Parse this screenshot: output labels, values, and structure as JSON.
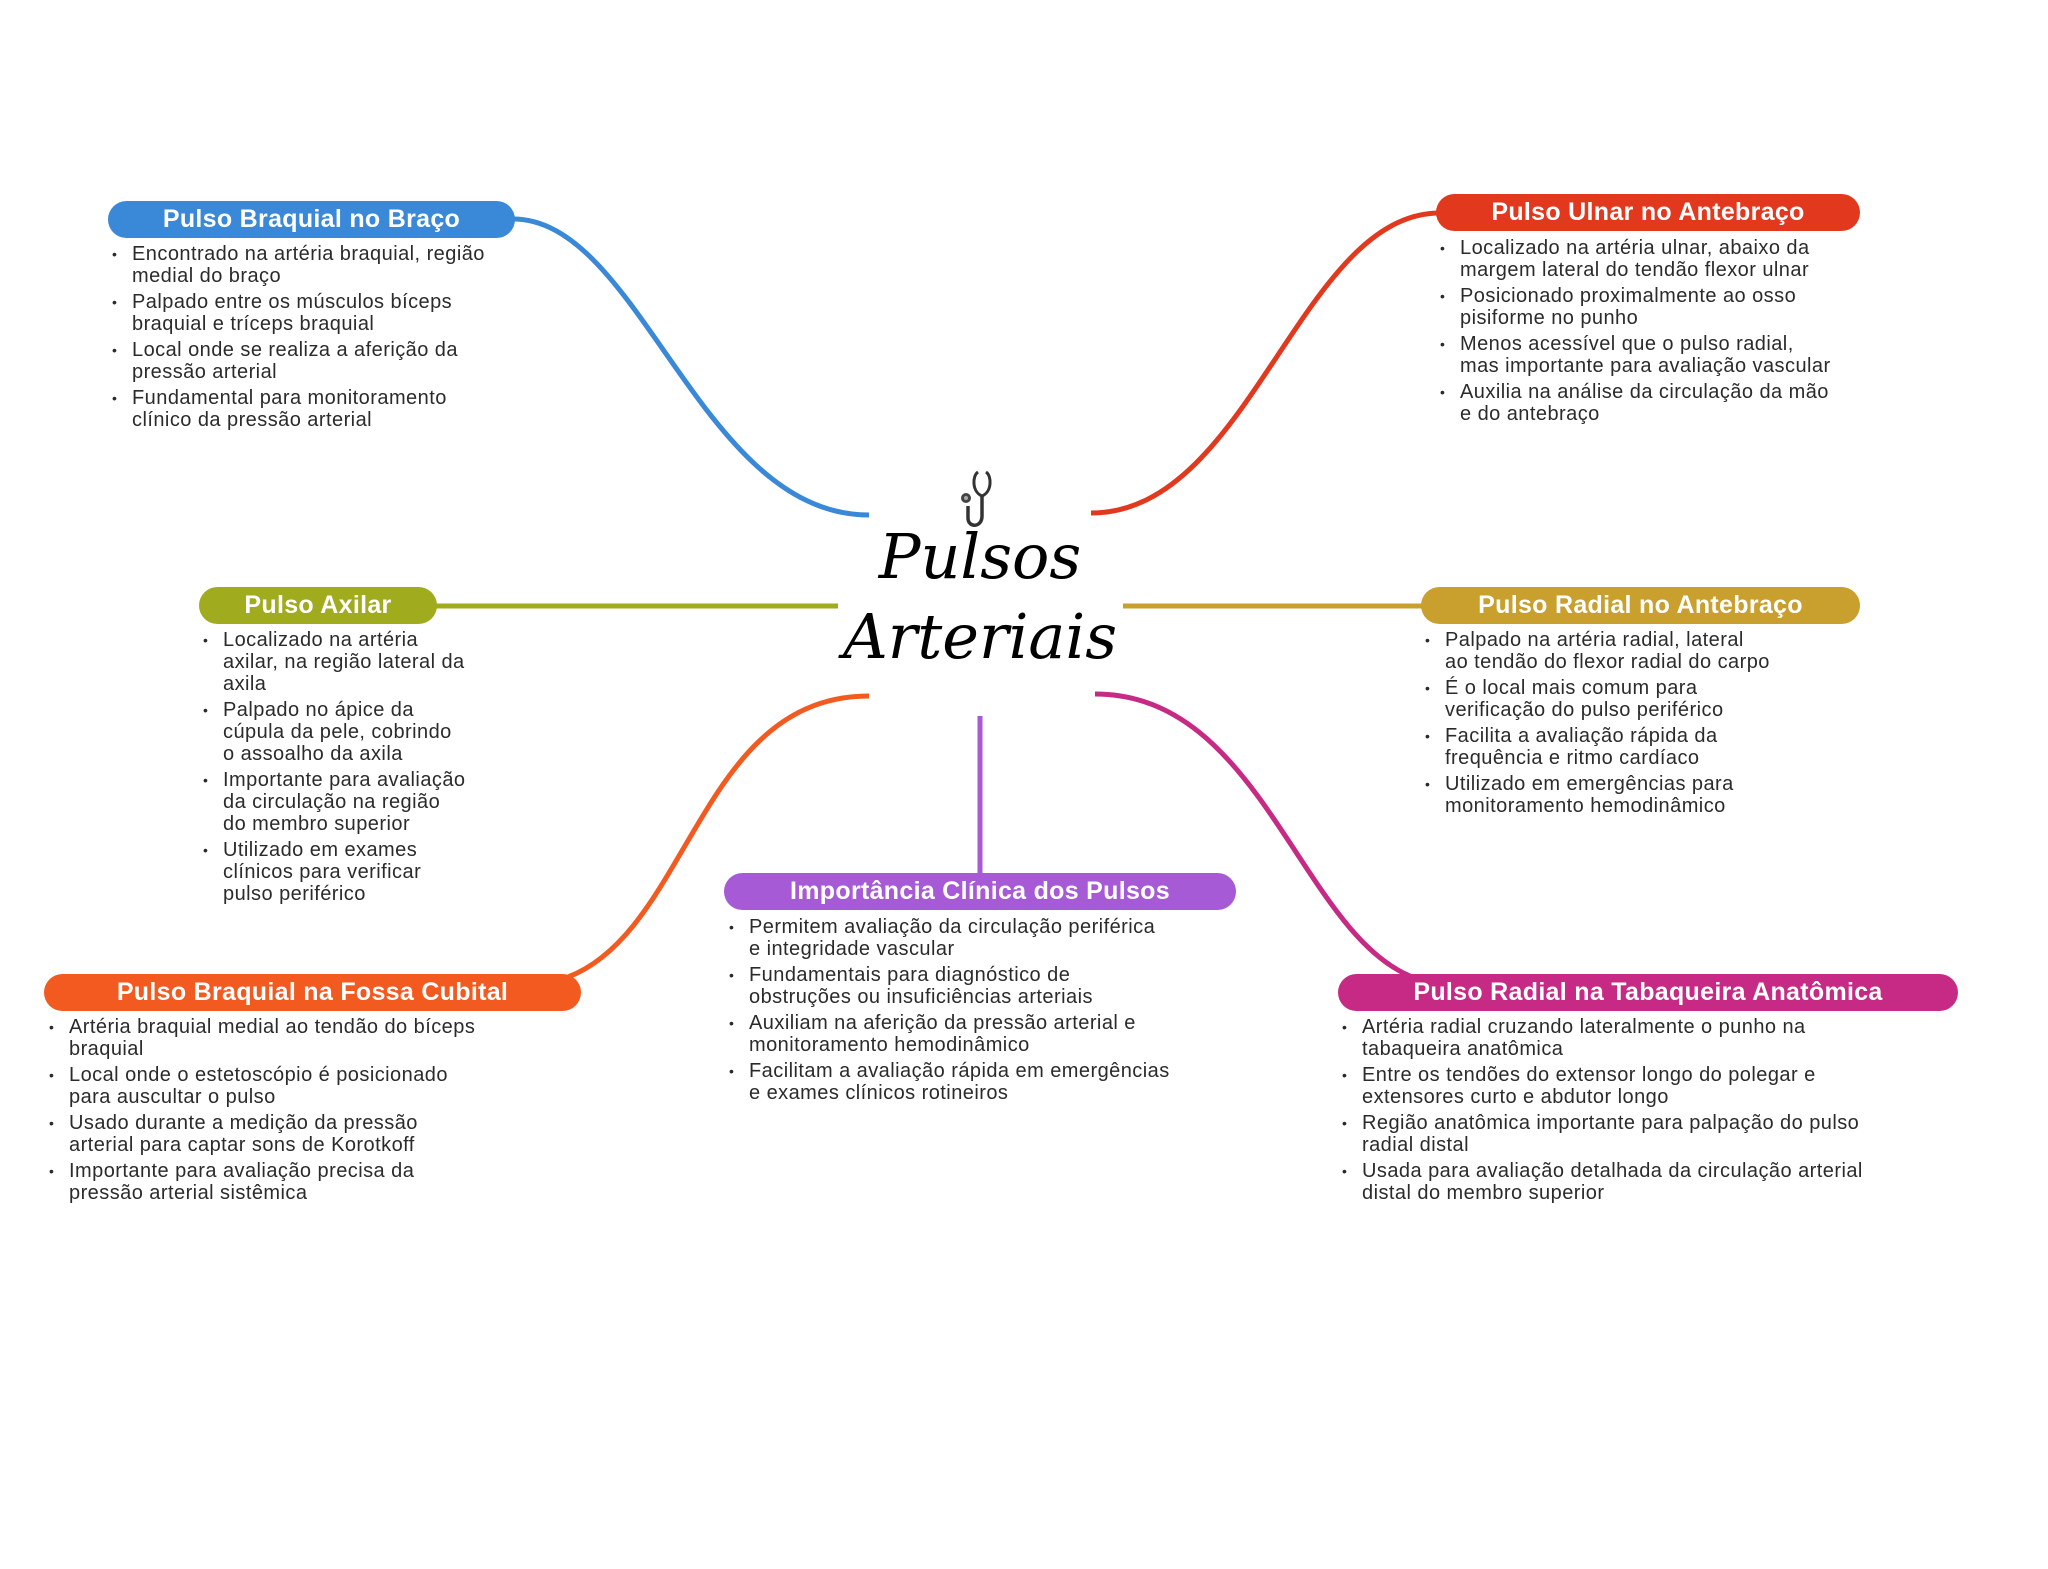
{
  "central": {
    "title_line1": "Pulsos",
    "title_line2": "Arteriais",
    "icon": "stethoscope-icon"
  },
  "nodes": [
    {
      "id": "braquial-braco",
      "title": "Pulso Braquial no Braço",
      "color": "#3a88d8",
      "items": [
        "Encontrado na artéria braquial, região medial do braço",
        "Palpado entre os músculos bíceps braquial e tríceps braquial",
        "Local onde se realiza a aferição da pressão arterial",
        "Fundamental para monitoramento clínico da pressão arterial"
      ]
    },
    {
      "id": "ulnar",
      "title": "Pulso Ulnar no Antebraço",
      "color": "#e2381d",
      "items": [
        "Localizado na artéria ulnar, abaixo da margem lateral do tendão flexor ulnar",
        "Posicionado proximalmente ao osso pisiforme no punho",
        "Menos acessível que o pulso radial, mas importante para avaliação vascular",
        "Auxilia na análise da circulação da mão e do antebraço"
      ]
    },
    {
      "id": "axilar",
      "title": "Pulso Axilar",
      "color": "#a0ab1e",
      "items": [
        "Localizado na artéria axilar, na região lateral da axila",
        "Palpado no ápice da cúpula da pele, cobrindo o assoalho da axila",
        "Importante para avaliação da circulação na região do membro superior",
        "Utilizado em exames clínicos para verificar pulso periférico"
      ]
    },
    {
      "id": "radial",
      "title": "Pulso Radial no Antebraço",
      "color": "#c9a02e",
      "items": [
        "Palpado na artéria radial, lateral ao tendão do flexor radial do carpo",
        "É o local mais comum para verificação do pulso periférico",
        "Facilita a avaliação rápida da frequência e ritmo cardíaco",
        "Utilizado em emergências para monitoramento hemodinâmico"
      ]
    },
    {
      "id": "fossa-cubital",
      "title": "Pulso Braquial na Fossa Cubital",
      "color": "#f35a20",
      "items": [
        "Artéria braquial medial ao tendão do bíceps braquial",
        "Local onde o estetoscópio é posicionado para auscultar o pulso",
        "Usado durante a medição da pressão arterial para captar sons de Korotkoff",
        "Importante para avaliação precisa da pressão arterial sistêmica"
      ]
    },
    {
      "id": "importancia",
      "title": "Importância Clínica dos Pulsos",
      "color": "#a65ad6",
      "items": [
        "Permitem avaliação da circulação periférica e integridade vascular",
        "Fundamentais para diagnóstico de obstruções ou insuficiências arteriais",
        "Auxiliam na aferição da pressão arterial e monitoramento hemodinâmico",
        "Facilitam a avaliação rápida em emergências e exames clínicos rotineiros"
      ]
    },
    {
      "id": "tabaqueira",
      "title": "Pulso Radial na Tabaqueira Anatômica",
      "color": "#c72a85",
      "items": [
        "Artéria radial cruzando lateralmente o punho na tabaqueira anatômica",
        "Entre os tendões do extensor longo do polegar e extensores curto e abdutor longo",
        "Região anatômica importante para palpação do pulso radial distal",
        "Usada para avaliação detalhada da circulação arterial distal do membro superior"
      ]
    }
  ]
}
